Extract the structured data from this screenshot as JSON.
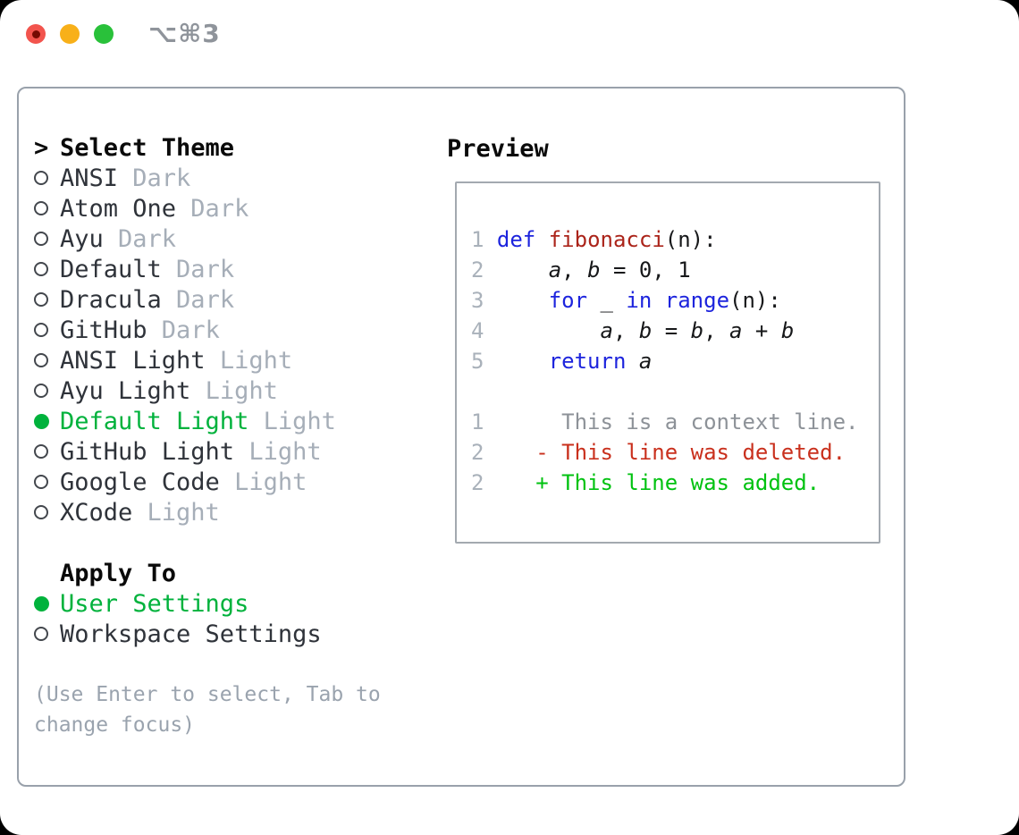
{
  "window": {
    "shortcut_label": "⌥⌘3",
    "traffic_colors": {
      "close": "#f2544d",
      "close_dot": "#750b02",
      "minimize": "#f8b019",
      "zoom": "#29c13a"
    }
  },
  "theme_list": {
    "prompt": ">",
    "heading": "Select Theme",
    "items": [
      {
        "name": "ANSI",
        "tag": "Dark",
        "selected": false
      },
      {
        "name": "Atom One",
        "tag": "Dark",
        "selected": false
      },
      {
        "name": "Ayu",
        "tag": "Dark",
        "selected": false
      },
      {
        "name": "Default",
        "tag": "Dark",
        "selected": false
      },
      {
        "name": "Dracula",
        "tag": "Dark",
        "selected": false
      },
      {
        "name": "GitHub",
        "tag": "Dark",
        "selected": false
      },
      {
        "name": "ANSI Light",
        "tag": "Light",
        "selected": false
      },
      {
        "name": "Ayu Light",
        "tag": "Light",
        "selected": false
      },
      {
        "name": "Default Light",
        "tag": "Light",
        "selected": true
      },
      {
        "name": "GitHub Light",
        "tag": "Light",
        "selected": false
      },
      {
        "name": "Google Code",
        "tag": "Light",
        "selected": false
      },
      {
        "name": "XCode",
        "tag": "Light",
        "selected": false
      }
    ]
  },
  "apply_to": {
    "heading": "Apply To",
    "options": [
      {
        "name": "User Settings",
        "selected": true
      },
      {
        "name": "Workspace Settings",
        "selected": false
      }
    ]
  },
  "hint": {
    "line1": "(Use Enter to select, Tab to",
    "line2": "change focus)"
  },
  "preview": {
    "heading": "Preview",
    "code_lines": [
      {
        "num": "1",
        "tokens": [
          {
            "t": " "
          },
          {
            "t": "def",
            "c": "kw"
          },
          {
            "t": " "
          },
          {
            "t": "fibonacci",
            "c": "fn"
          },
          {
            "t": "(n):"
          }
        ]
      },
      {
        "num": "2",
        "tokens": [
          {
            "t": "     "
          },
          {
            "t": "a",
            "c": "var"
          },
          {
            "t": ", "
          },
          {
            "t": "b",
            "c": "var"
          },
          {
            "t": " = 0, 1"
          }
        ]
      },
      {
        "num": "3",
        "tokens": [
          {
            "t": "     "
          },
          {
            "t": "for",
            "c": "kw"
          },
          {
            "t": " _ "
          },
          {
            "t": "in",
            "c": "kw"
          },
          {
            "t": " "
          },
          {
            "t": "range",
            "c": "kw"
          },
          {
            "t": "(n):"
          }
        ]
      },
      {
        "num": "4",
        "tokens": [
          {
            "t": "         "
          },
          {
            "t": "a",
            "c": "var"
          },
          {
            "t": ", "
          },
          {
            "t": "b",
            "c": "var"
          },
          {
            "t": " = "
          },
          {
            "t": "b",
            "c": "var"
          },
          {
            "t": ", "
          },
          {
            "t": "a",
            "c": "var"
          },
          {
            "t": " + "
          },
          {
            "t": "b",
            "c": "var"
          }
        ]
      },
      {
        "num": "5",
        "tokens": [
          {
            "t": "     "
          },
          {
            "t": "return",
            "c": "kw"
          },
          {
            "t": " "
          },
          {
            "t": "a",
            "c": "var"
          }
        ]
      }
    ],
    "diff_lines": [
      {
        "num": "1",
        "text": "      This is a context line.",
        "cls": "ctx"
      },
      {
        "num": "2",
        "text": "    - This line was deleted.",
        "cls": "del"
      },
      {
        "num": "2",
        "text": "    + This line was added.",
        "cls": "add"
      }
    ]
  },
  "colors": {
    "selected_green": "#00b23c",
    "added_green": "#00c210",
    "deleted_red": "#c9301d",
    "keyword_blue": "#1d24dd",
    "function_red": "#ab241a",
    "muted_gray": "#a6aeb8",
    "line_number_gray": "#a9b1ba",
    "hint_gray": "#9aa3ae",
    "panel_border": "#99a1ab"
  }
}
